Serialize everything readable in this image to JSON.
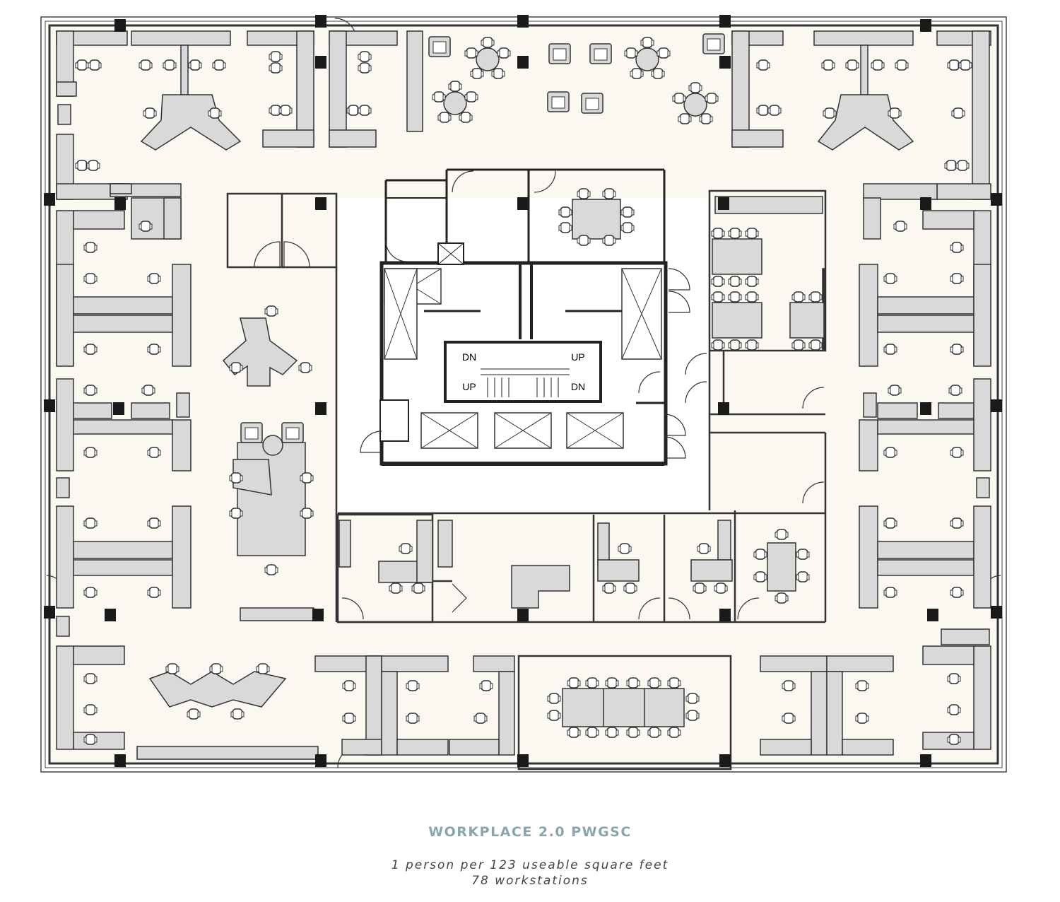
{
  "caption": {
    "title": "WORKPLACE 2.0 PWGSC",
    "line1": "1 person per 123 useable square feet",
    "line2": "78 workstations"
  },
  "stair_labels": {
    "dn_top": "DN",
    "up_top": "UP",
    "up_bottom": "UP",
    "dn_bottom": "DN"
  },
  "colors": {
    "floor": "#fbf7f1",
    "furniture": "#d9d9d9",
    "wall": "#333333",
    "column": "#1a1a1a",
    "title": "#8aa6ad"
  },
  "icons": [
    "chair-icon",
    "round-table-icon",
    "door-swing-icon",
    "column-icon",
    "elevator-icon",
    "stair-icon"
  ]
}
